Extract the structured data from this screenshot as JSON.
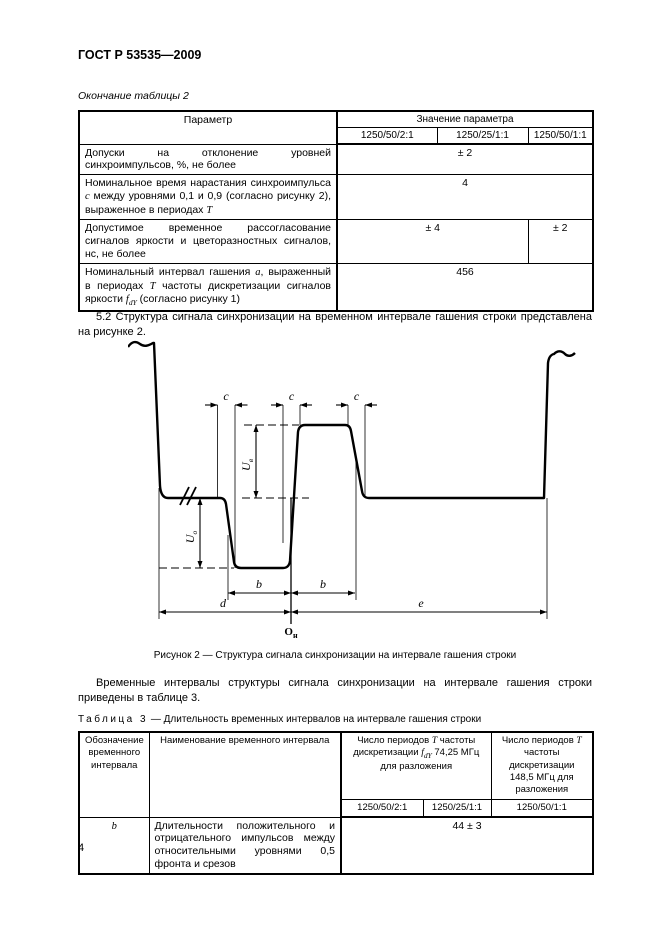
{
  "page": {
    "standard_ref": "ГОСТ Р 53535—2009",
    "page_number": "4"
  },
  "table2": {
    "continuation_label": "Окончание таблицы 2",
    "header": {
      "param": "Параметр",
      "value_group": "Значение параметра",
      "columns": [
        "1250/50/2:1",
        "1250/25/1:1",
        "1250/50/1:1"
      ]
    },
    "rows": [
      {
        "param_parts": [
          "Допуски на отклонение уровней синхроимпульсов, %, не более"
        ],
        "value": "± 2"
      },
      {
        "param_parts": [
          "Номинальное время нарастания синхроимпульса ",
          "c",
          " между уровнями 0,1 и 0,9 (согласно рисунку 2), выраженное в периодах ",
          "T"
        ],
        "value": "4"
      },
      {
        "param_parts": [
          "Допустимое временное рассогласование сигналов яркости и цветоразностных сигналов, нс, не более"
        ],
        "value_cols_1_2": "± 4",
        "value_col_3": "± 2"
      },
      {
        "param_parts": [
          "Номинальный интервал гашения ",
          "a",
          ", выраженный в периодах ",
          "T",
          " частоты дискретизации сигналов яркости ",
          "f",
          "dY",
          " (согласно рисунку 1)"
        ],
        "value": "456"
      }
    ]
  },
  "section_5_2": "5.2 Структура сигнала синхронизации на временном интервале гашения строки представлена на рисунке 2.",
  "figure2": {
    "caption": "Рисунок 2 — Структура сигнала синхронизации на интервале гашения строки",
    "labels": {
      "c": "c",
      "b": "b",
      "d": "d",
      "e": "e",
      "u_pulse": {
        "base": "U",
        "sub": "в"
      },
      "u_sync": {
        "base": "U",
        "sub": "о"
      },
      "origin": {
        "base": "О",
        "sub": "н"
      }
    }
  },
  "para_intervals": "Временные интервалы структуры сигнала синхронизации на интервале гашения строки приведены в таблице 3.",
  "table3": {
    "caption_label": "Таблица 3",
    "caption_title": "— Длительность временных интервалов на интервале гашения строки",
    "header": {
      "designation": "Обозначение временного интервала",
      "name": "Наименование временного интервала",
      "group1_parts": [
        "Число периодов ",
        "T",
        " частоты дискретизации ",
        "f",
        "dY",
        " 74,25 МГц для разложения"
      ],
      "group2_parts": [
        "Число периодов ",
        "T",
        " частоты дискретизации 148,5 МГц для разложения"
      ],
      "columns": [
        "1250/50/2:1",
        "1250/25/1:1",
        "1250/50/1:1"
      ]
    },
    "rows": [
      {
        "symbol": "b",
        "name": "Длительности положительного и отрицательного импульсов между относительными уровнями 0,5 фронта и срезов",
        "value": "44 ± 3"
      }
    ]
  }
}
